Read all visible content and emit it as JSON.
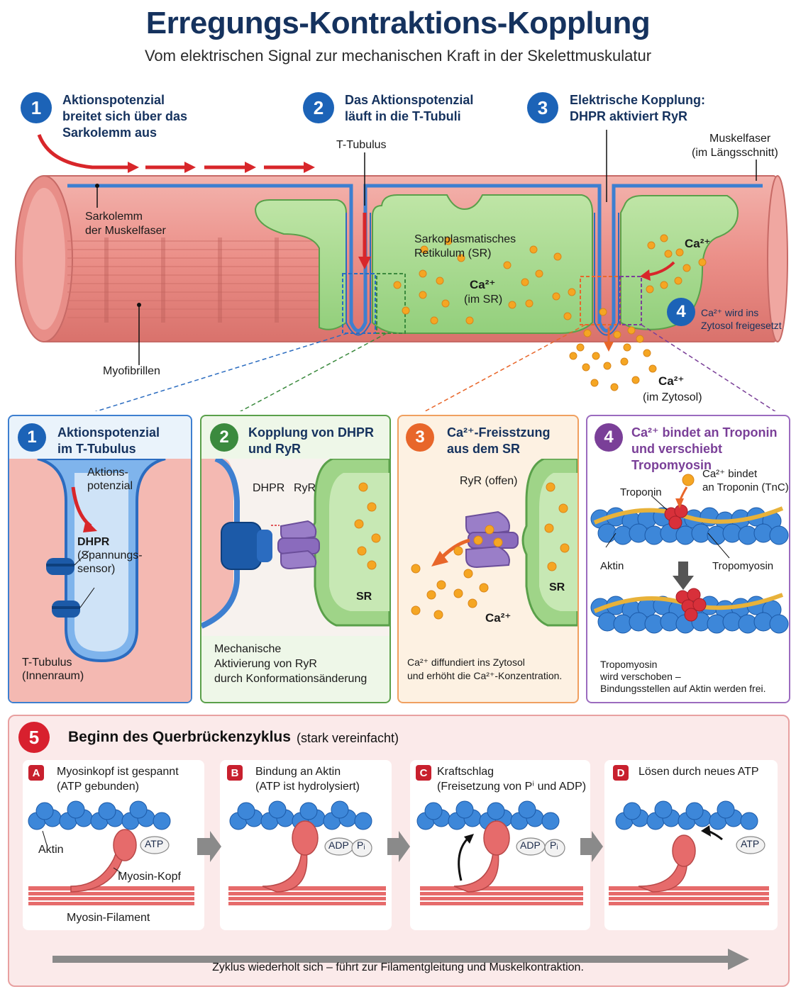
{
  "header": {
    "title": "Erregungs-Kontraktions-Kopplung",
    "subtitle": "Vom elektrischen Signal zur mechanischen Kraft in der Skelettmuskulatur"
  },
  "steps": [
    {
      "num": "1",
      "line1": "Aktionspotenzial",
      "line2": "breitet sich über das",
      "line3": "Sarkolemm aus"
    },
    {
      "num": "2",
      "line1": "Das Aktionspotenzial",
      "line2": "läuft in die T-Tubuli"
    },
    {
      "num": "3",
      "line1": "Elektrische Kopplung:",
      "line2": "DHPR aktiviert RyR"
    },
    {
      "num": "4",
      "line1": "Ca²⁺ wird ins",
      "line2": "Zytosol freigesetzt"
    }
  ],
  "fiber": {
    "t_tubulus": "T-Tubulus",
    "muskelfaser": "Muskelfaser",
    "laengsschnitt": "(im Längsschnitt)",
    "sarkolemm1": "Sarkolemm",
    "sarkolemm2": "der Muskelfaser",
    "myofibrillen": "Myofibrillen",
    "sr1": "Sarkoplasmatisches",
    "sr2": "Retikulum (SR)",
    "ca_sr": "Ca²⁺",
    "ca_sr_sub": "(im SR)",
    "ca_top": "Ca²⁺",
    "ca_zyt": "Ca²⁺",
    "ca_zyt_sub": "(im Zytosol)"
  },
  "panels": [
    {
      "num": "1",
      "title1": "Aktionspotenzial",
      "title2": "im T-Tubulus",
      "color": "#1c63b7",
      "l1": "Aktions-",
      "l2": "potenzial",
      "l3": "DHPR",
      "l4": "(Spannungs-",
      "l5": "sensor)",
      "l6": "T-Tubulus",
      "l7": "(Innenraum)"
    },
    {
      "num": "2",
      "title1": "Kopplung von DHPR",
      "title2": "und RyR",
      "color": "#3b8a3e",
      "l1": "DHPR",
      "l2": "RyR",
      "l3": "SR",
      "l4": "Mechanische",
      "l5": "Aktivierung von RyR",
      "l6": "durch Konformationsänderung"
    },
    {
      "num": "3",
      "title1": "Ca²⁺-Freisstzung",
      "title2": "aus dem SR",
      "color": "#e8662a",
      "l1": "RyR (offen)",
      "l2": "SR",
      "l3": "Ca²⁺",
      "l4": "Ca²⁺ diffundiert ins Zytosol",
      "l5": "und erhöht die Ca²⁺-Konzentration."
    },
    {
      "num": "4",
      "title1": "Ca²⁺ bindet an Troponin",
      "title2": "und verschiebt Tropomyosin",
      "color": "#7a3f98",
      "l1": "Ca²⁺ bindet",
      "l2": "an Troponin (TnC)",
      "l3": "Troponin",
      "l4": "Aktin",
      "l5": "Tropomyosin",
      "l6": "Tropomyosin",
      "l7": "wird verschoben –",
      "l8": "Bindungsstellen auf Aktin werden frei."
    }
  ],
  "cycle": {
    "num": "5",
    "title": "Beginn des Querbrückenzyklus",
    "title_note": "(stark vereinfacht)",
    "sub": [
      {
        "letter": "A",
        "l1": "Myosinkopf ist gespannt",
        "l2": "(ATP gebunden)"
      },
      {
        "letter": "B",
        "l1": "Bindung an Aktin",
        "l2": "(ATP ist hydrolysiert)"
      },
      {
        "letter": "C",
        "l1": "Kraftschlag",
        "l2": "(Freisetzung von Pⁱ und ADP)"
      },
      {
        "letter": "D",
        "l1": "Lösen durch neues ATP",
        "l2": ""
      }
    ],
    "aktin": "Aktin",
    "myosin_kopf": "Myosin-Kopf",
    "myosin_filament": "Myosin-Filament",
    "atp": "ATP",
    "adp": "ADP",
    "pi": "Pᵢ",
    "footer": "Zyklus wiederholt sich – führt zur Filamentgleitung und Muskelkontraktion."
  },
  "colors": {
    "blue": "#1c63b7",
    "green": "#3b8a3e",
    "orange": "#e8662a",
    "purple": "#7a3f98",
    "red": "#c8202e",
    "navy": "#15325e"
  }
}
